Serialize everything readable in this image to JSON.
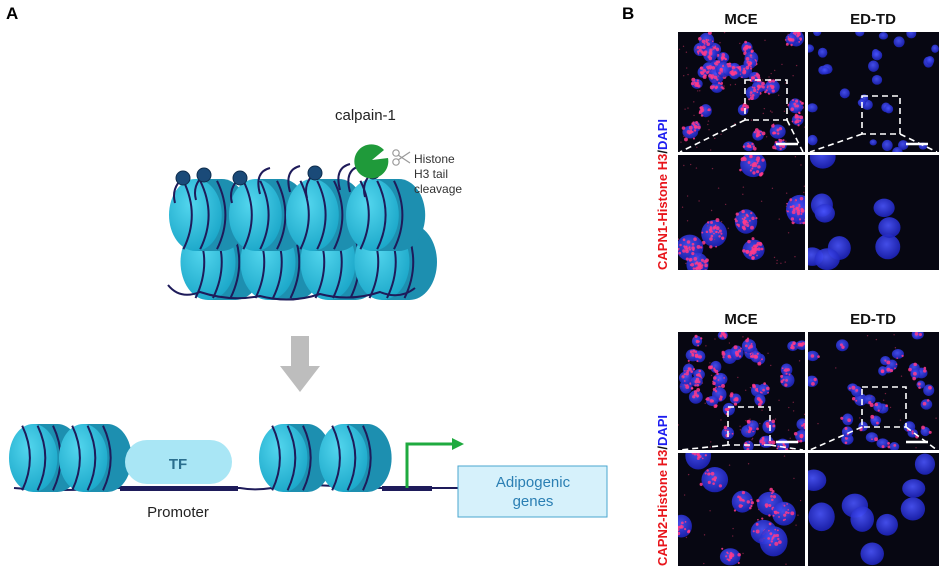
{
  "panel_a": {
    "label": "A",
    "enzyme_label": "calpain-1",
    "cleavage_label": [
      "Histone",
      "H3 tail",
      "cleavage"
    ],
    "tf_label": "TF",
    "promoter_label": "Promoter",
    "genes_label": [
      "Adipogenic",
      "genes"
    ]
  },
  "panel_b": {
    "label": "B",
    "top": {
      "col_labels": [
        "MCE",
        "ED-TD"
      ],
      "ylabel": {
        "calpain": "CAPN1",
        "dash": "-",
        "histone": "Histone H3",
        "slash": "/",
        "dapi": "DAPI"
      }
    },
    "bottom": {
      "col_labels": [
        "MCE",
        "ED-TD"
      ],
      "ylabel": {
        "calpain": "CAPN2",
        "dash": "-",
        "histone": "Histone H3",
        "slash": "/",
        "dapi": "DAPI"
      }
    }
  },
  "colors": {
    "nucleosome": "#2bbfdc",
    "nucleosome_dark": "#1d8fb0",
    "dna": "#1e1b5a",
    "enzyme": "#1f9a3a",
    "tf_fill": "#a9e6f5",
    "tf_text": "#2a6f8e",
    "genes_fill": "#d6f1fb",
    "genes_text": "#2b7fb3",
    "arrow": "#bdbdbd",
    "green_arrow": "#1faa3f",
    "red_label": "#e8151b",
    "blue_label": "#1d1df0",
    "micro_bg": "#070712",
    "dapi": "#2a2fe0",
    "signal": "#ff3a8a"
  },
  "icons": [
    "scissors-icon",
    "pacman-enzyme-icon",
    "down-arrow-icon",
    "bent-arrow-icon"
  ]
}
